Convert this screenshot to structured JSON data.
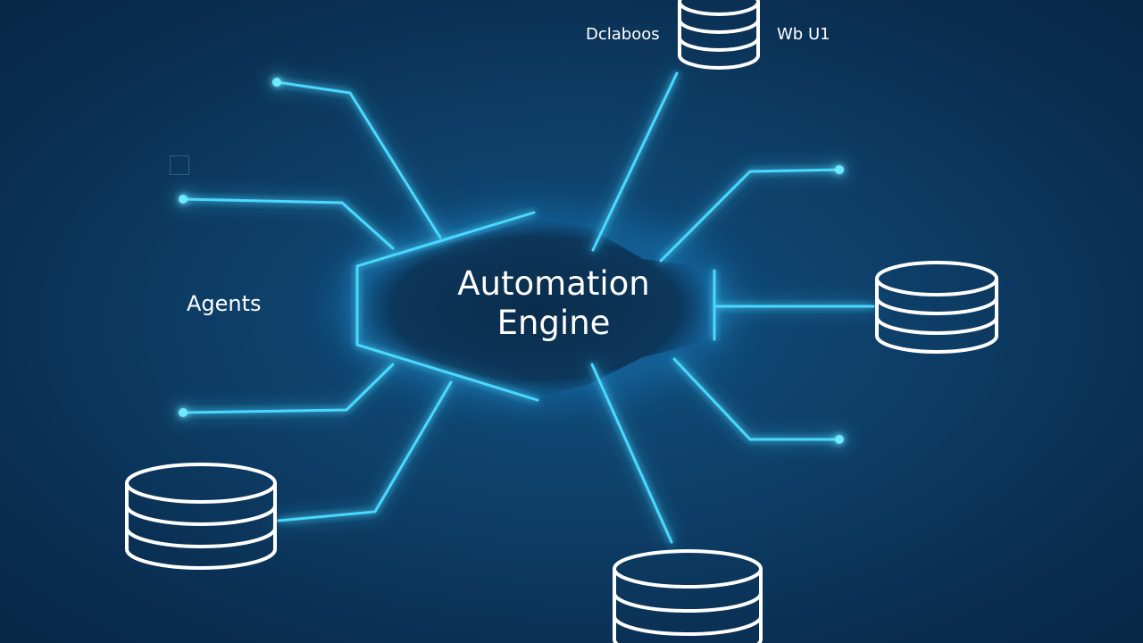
{
  "diagram": {
    "center": {
      "line1": "Automation",
      "line2": "Engine"
    },
    "labels": {
      "database": "Dclaboos",
      "web_ui": "Wb U1",
      "agents": "Agents"
    },
    "colors": {
      "background": "#0b365c",
      "glow_line": "#3fd4ff",
      "glow_halo": "#1aa7ff",
      "node_dot": "#4fe2ff",
      "icon_stroke": "#ffffff",
      "text": "#ffffff"
    },
    "icons": [
      "database-icon-top",
      "database-icon-right",
      "database-icon-bottom-left",
      "database-icon-bottom"
    ]
  }
}
